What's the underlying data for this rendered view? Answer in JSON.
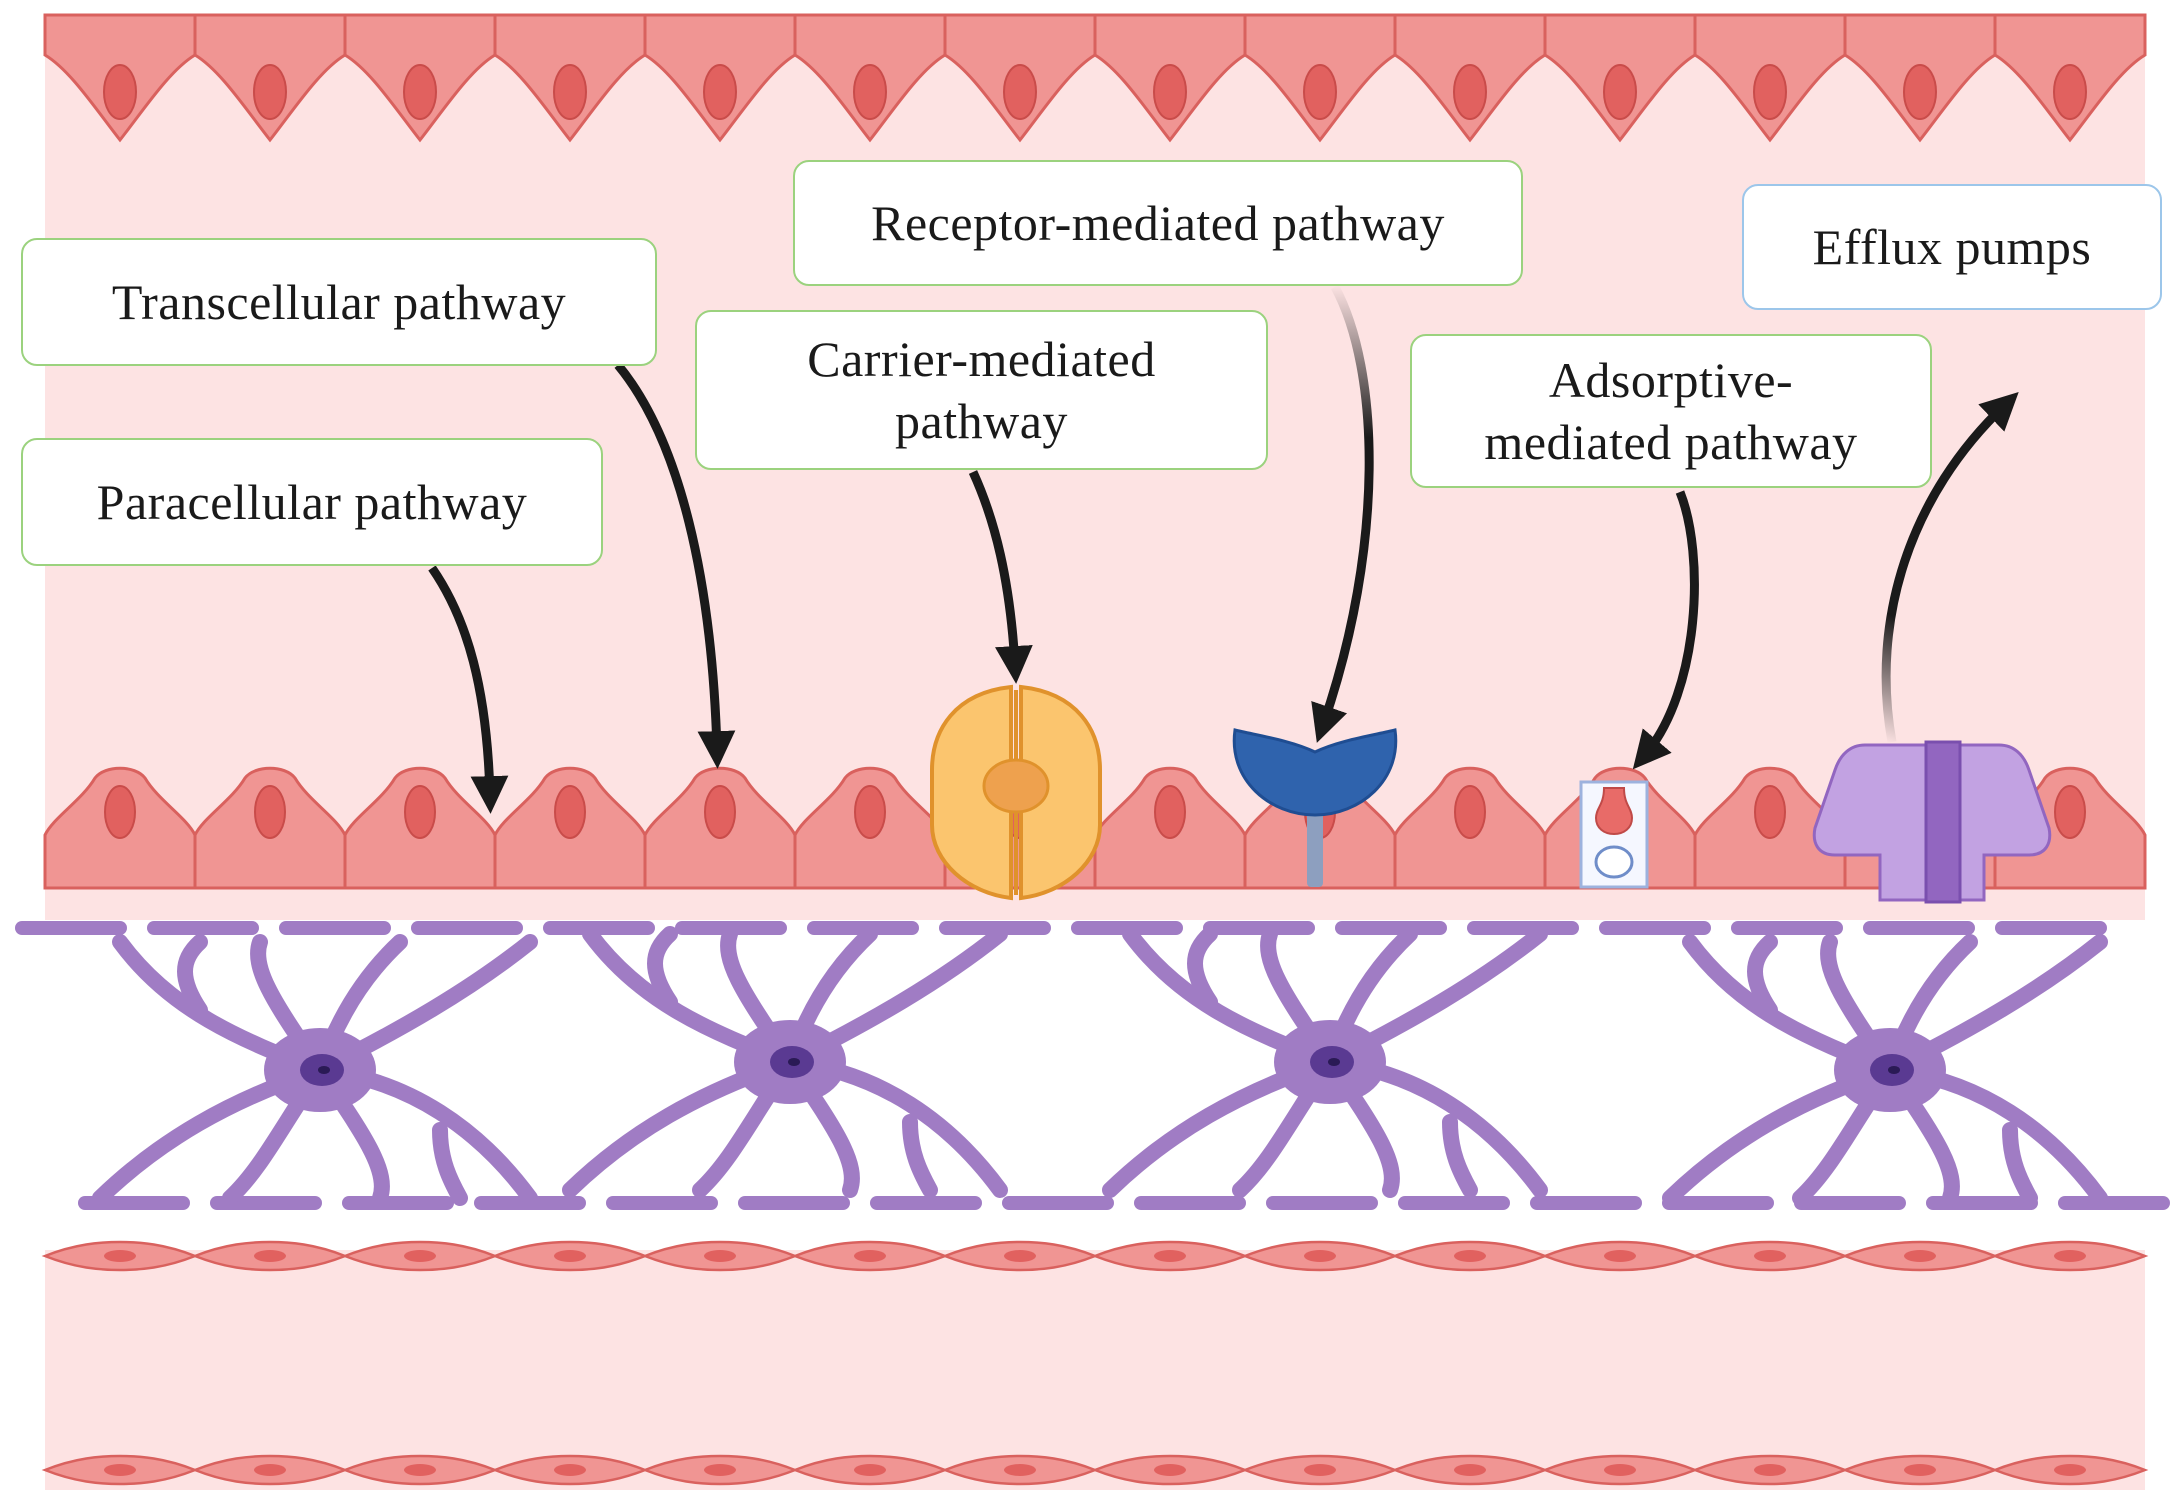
{
  "labels": {
    "transcellular": "Transcellular pathway",
    "paracellular": "Paracellular pathway",
    "carrier": [
      "Carrier-mediated",
      "pathway"
    ],
    "receptor": "Receptor-mediated pathway",
    "adsorptive": [
      "Adsorptive-",
      "mediated pathway"
    ],
    "efflux": "Efflux pumps"
  },
  "colors": {
    "lumen": "#fde3e3",
    "endothelial_cell": "#f09593",
    "endothelial_outline": "#d9615e",
    "nucleus": "#e1615f",
    "astrocyte": "#a07cc4",
    "astrocyte_nucleus": "#5a3a92",
    "carrier_protein": "#fbc56e",
    "carrier_outline": "#e0922c",
    "receptor": "#2f63ad",
    "receptor_stem": "#8d9fbf",
    "efflux_pump": "#c2a2e2",
    "efflux_core": "#9266c0",
    "arrow": "#1a1a1a",
    "box_border_green": "#9bd27e",
    "box_border_blue": "#9cc6ea"
  },
  "icons": [
    "carrier-protein-icon",
    "receptor-icon",
    "adsorptive-vesicle-icon",
    "efflux-pump-icon",
    "astrocyte-icon",
    "endothelial-cell-icon"
  ]
}
